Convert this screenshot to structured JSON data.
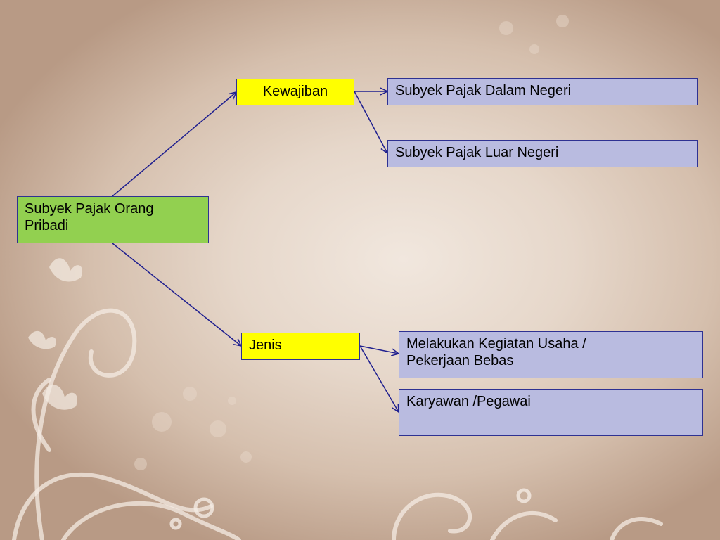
{
  "diagram": {
    "root": {
      "label": "Subyek Pajak Orang Pribadi"
    },
    "branches": [
      {
        "label": "Kewajiban",
        "children": [
          "Subyek Pajak Dalam Negeri",
          "Subyek Pajak Luar Negeri"
        ]
      },
      {
        "label": "Jenis",
        "children": [
          "Melakukan Kegiatan Usaha / Pekerjaan Bebas",
          "Karyawan /Pegawai"
        ]
      }
    ]
  },
  "colors": {
    "root_fill": "#92d050",
    "branch_fill": "#ffff00",
    "leaf_fill": "#b9bbe0",
    "border": "#2e3192",
    "connector": "#1f1f8f"
  }
}
